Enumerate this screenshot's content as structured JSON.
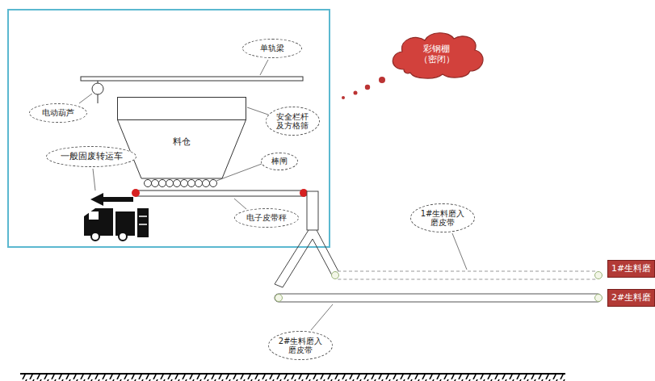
{
  "diagram": {
    "nodes": [
      {
        "text": [
          "单轨梁"
        ]
      },
      {
        "text": [
          "彩钢棚 （密闭）"
        ]
      },
      {
        "text": [
          "电动葫芦"
        ]
      },
      {
        "text": [
          "安全栏杆 及方格筛"
        ]
      },
      {
        "text": [
          "料仓"
        ]
      },
      {
        "text": [
          "一般固废转运车"
        ]
      },
      {
        "text": [
          "棒闸"
        ]
      },
      {
        "text": [
          "电子皮带秤"
        ]
      },
      {
        "text": [
          "1#生料磨入 磨皮带"
        ]
      },
      {
        "text": [
          "1#生料磨"
        ]
      },
      {
        "text": [
          "2#生料磨"
        ]
      },
      {
        "text": [
          "2#生料磨入 磨皮带"
        ]
      }
    ]
  }
}
